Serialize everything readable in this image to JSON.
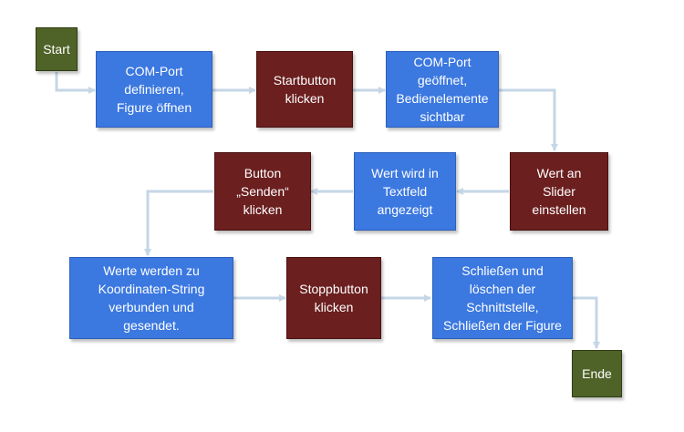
{
  "diagram": {
    "nodes": {
      "start": "Start",
      "comport_define": "COM-Port\ndefinieren,\nFigure öffnen",
      "startbutton": "Startbutton\nklicken",
      "comport_open": "COM-Port\ngeöffnet,\nBedienelemente\nsichtbar",
      "slider": "Wert an\nSlider\neinstellen",
      "textfield": "Wert wird in\nTextfeld\nangezeigt",
      "send_button": "Button\n„Senden“\nklicken",
      "values_sent": "Werte werden zu\nKoordinaten-String\nverbunden und\ngesendet.",
      "stopbutton": "Stoppbutton\nklicken",
      "close": "Schließen und\nlöschen der\nSchnittstelle,\nSchließen der Figure",
      "end": "Ende"
    },
    "colors": {
      "terminal": "#4f6228",
      "process": "#3b78e0",
      "action": "#6b1f1f",
      "connector": "#c5d6e6"
    }
  }
}
